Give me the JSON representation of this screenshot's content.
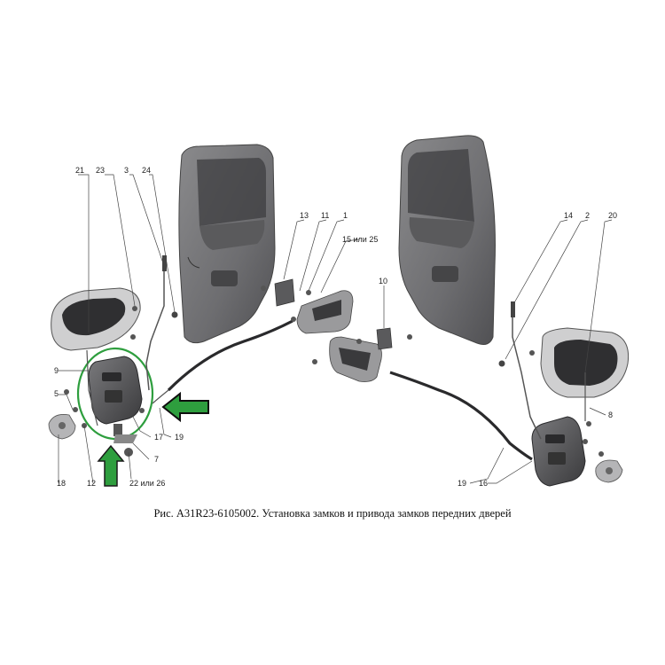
{
  "caption": "Рис. А31R23-6105002. Установка замков и привода замков передних дверей",
  "colors": {
    "panel": "#6f6f70",
    "panel_dark": "#3e3e40",
    "part": "#4a4a4c",
    "highlight": "#2e9e3e"
  },
  "callouts": {
    "c21": "21",
    "c23": "23",
    "c3": "3",
    "c24": "24",
    "c13": "13",
    "c11": "11",
    "c1": "1",
    "c15": "15 или 25",
    "c10": "10",
    "c14": "14",
    "c2": "2",
    "c20": "20",
    "c9": "9",
    "c5": "5",
    "c18": "18",
    "c12": "12",
    "c22": "22 или 26",
    "c7": "7",
    "c17": "17",
    "c19a": "19",
    "c8": "8",
    "c19b": "19",
    "c16": "16"
  },
  "icons": {
    "green_arrow_right": "arrow-right",
    "green_arrow_up": "arrow-up"
  }
}
